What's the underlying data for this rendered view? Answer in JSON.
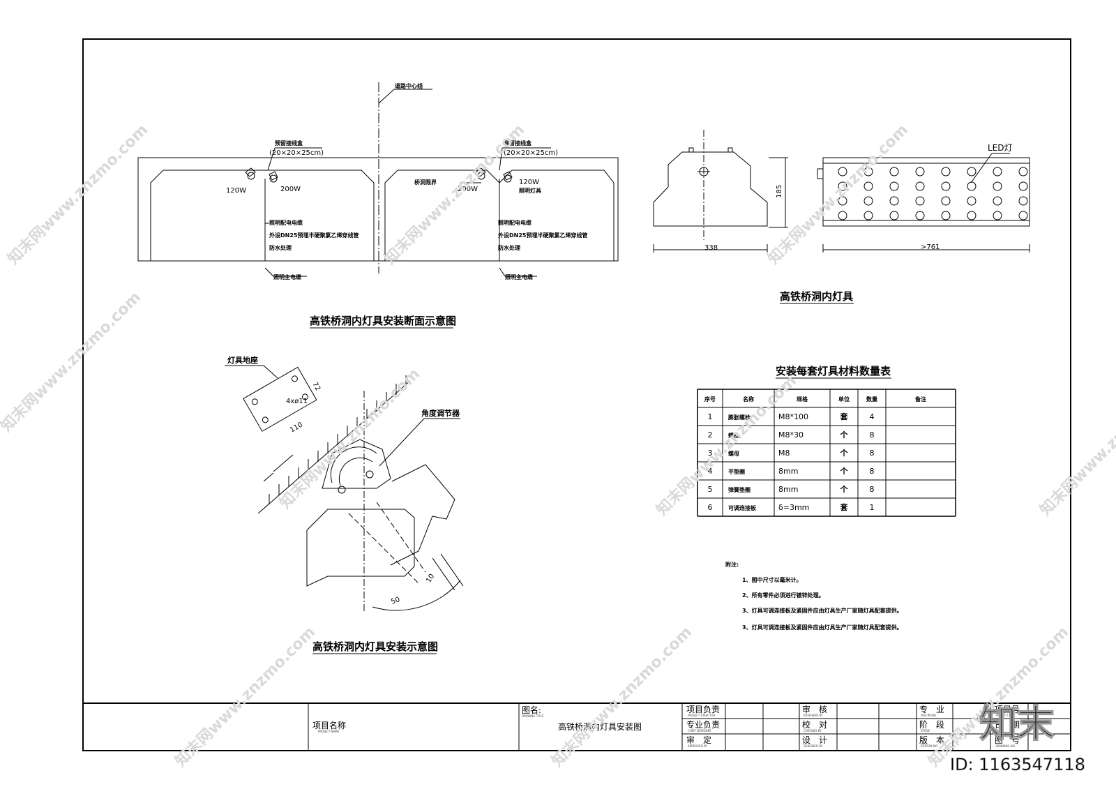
{
  "section": {
    "road_center": "道路中心线",
    "box_left": "预留接线盒",
    "box_left_size": "(20×20×25cm)",
    "box_right": "预留接线盒",
    "box_right_size": "(20×20×25cm)",
    "w120_left": "120W",
    "w200_left": "200W",
    "w200_right": "200W",
    "w120_right": "120W",
    "pier": "桥洞限界",
    "fixture": "照明灯具",
    "cable_left": "照明配电电缆",
    "conduit_left": "外设DN25预埋半硬聚氯乙烯穿线管",
    "waterproof_left": "防水处理",
    "cable_right": "照明配电电缆",
    "conduit_right": "外设DN25预埋半硬聚氯乙烯穿线管",
    "waterproof_right": "防水处理",
    "main_left": "照明主电缆",
    "main_right": "照明主电缆",
    "caption": "高铁桥洞内灯具安装断面示意图"
  },
  "fixture": {
    "dim_width": "338",
    "dim_height": "185",
    "dim_length": ">761",
    "led_label": "LED灯",
    "caption": "高铁桥洞内灯具"
  },
  "install": {
    "base_label": "灯具地座",
    "holes": "4xø11",
    "dim_72": "72",
    "dim_110": "110",
    "adjuster": "角度调节器",
    "dim_10": "10",
    "dim_50": "50",
    "caption": "高铁桥洞内灯具安装示意图"
  },
  "materials": {
    "title": "安装每套灯具材料数量表",
    "headers": [
      "序号",
      "名称",
      "规格",
      "单位",
      "数量",
      "备注"
    ],
    "rows": [
      [
        "1",
        "膨胀螺栓",
        "M8*100",
        "套",
        "4",
        ""
      ],
      [
        "2",
        "螺栓",
        "M8*30",
        "个",
        "8",
        ""
      ],
      [
        "3",
        "螺母",
        "M8",
        "个",
        "8",
        ""
      ],
      [
        "4",
        "平垫圈",
        "8mm",
        "个",
        "8",
        ""
      ],
      [
        "5",
        "弹簧垫圈",
        "8mm",
        "个",
        "8",
        ""
      ],
      [
        "6",
        "可调连接板",
        "δ=3mm",
        "套",
        "1",
        ""
      ]
    ]
  },
  "notes": {
    "title": "附注:",
    "items": [
      "1、图中尺寸以毫米计。",
      "2、所有零件必须进行镀锌处理。",
      "3、灯具可调连接板及紧固件应由灯具生产厂家随灯具配套提供。",
      "3、灯具可调连接板及紧固件应由灯具生产厂家随灯具配套提供。"
    ]
  },
  "title_block": {
    "project_name": "项目名称",
    "project_name_en": "PROJECT NAME",
    "drawing_name": "图名:",
    "drawing_name_en": "DRAWING TITLE",
    "drawing_title": "高铁桥洞内灯具安装图",
    "director": "项目负责",
    "director_en": "PROJECT DIRECTOR",
    "chief": "专业负责",
    "chief_en": "CHIEF DESIGNER",
    "approved": "审　定",
    "approved_en": "APPROVED BY",
    "reviewed": "审　核",
    "reviewed_en": "REVIEWED BY",
    "checked": "校　对",
    "checked_en": "CHECKED BY",
    "designed": "设　计",
    "designed_en": "DESIGNED BY",
    "discipline": "专　业",
    "discipline_en": "DISCIPLINE",
    "stage": "阶　段",
    "stage_en": "STAGE",
    "edition": "版　本",
    "edition_en": "EDITION NO.",
    "project_no": "项目号",
    "project_no_en": "PROJECT NO.",
    "date": "日　期",
    "date_en": "DATE",
    "drawing_no": "图　号",
    "drawing_no_en": "DRAWING NO."
  },
  "watermark": {
    "site": "知末网www.znzmo.com",
    "logo": "知末",
    "id": "ID: 1163547118"
  }
}
